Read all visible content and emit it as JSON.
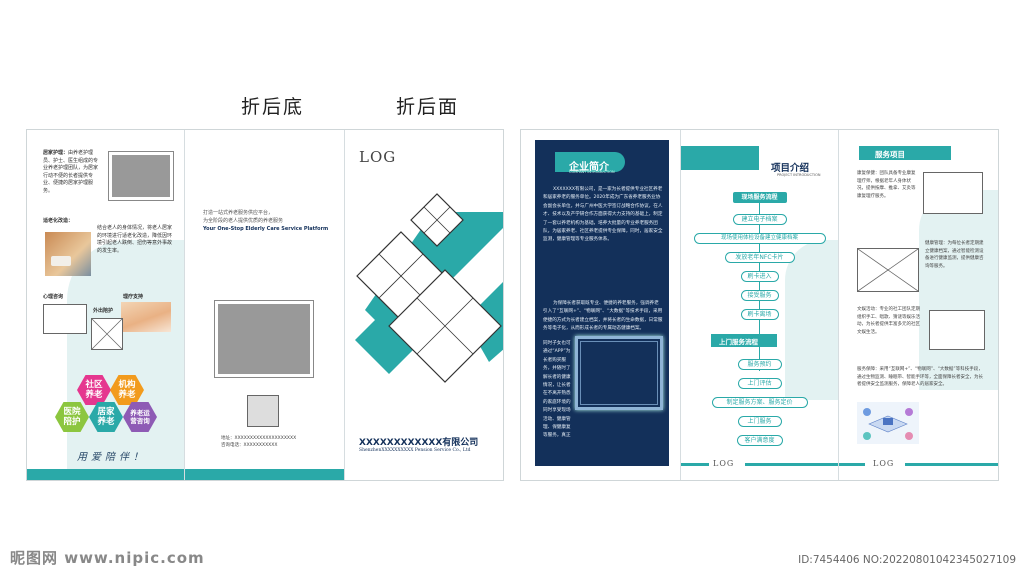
{
  "captions": {
    "back_bottom": "折后底",
    "back_face": "折后面"
  },
  "left_sheet": {
    "panel1": {
      "care_title": "居家护理：",
      "care_text": "由养老护理员、护士、医生组成的专业养老护理团队，为居家行动不便的长者提供专业、便捷的居家护理服务。",
      "aging_title": "适老化改造：",
      "aging_text": "结合老人的身体情况，将老人居家的环境进行适老化改造，降低因环境引起老人跌倒、扭伤等意外事故的发生率。",
      "mental_label": "心理咨询",
      "physio_label": "理疗支持",
      "outing_label": "外出陪护",
      "hexes": [
        "社区\n养老",
        "机构\n养老",
        "医院\n陪护",
        "居家\n养老",
        "养老运\n营咨询"
      ],
      "slogan": "用爱陪伴！"
    },
    "panel2": {
      "line1": "打造一站式养老服务供应平台，",
      "line2": "为全阶段的老人提供优质的养老服务",
      "line3": "Your One-Stop Elderly Care Service Platform",
      "addr_label": "地址：",
      "addr_value": "XXXXXXXXXXXXXXXXXXXX",
      "tel_label": "咨询电话：",
      "tel_value": "XXXXXXXXXXX"
    },
    "panel3": {
      "logo": "LOG",
      "company_cn": "XXXXXXXXXXXX有限公司",
      "company_en": "ShenzhenXXXXXXXXXX Pension Service Co., Ltd"
    }
  },
  "right_sheet": {
    "panel1": {
      "title": "企业简介",
      "subtitle": "COMPANY INTRODUCTION",
      "para1": "XXXXXXX有限公司，是一家为长者提供专业社区养老和居家养老的服务单位。2020年成为广东省养老服务业协会副会长单位，并与广州中医大学签订战略合作协议，在人才、技术以及产学研合作方面获得大力支持的基础上，制定了一套以养老机构为基础，培养大批量的专业养老服务团队，为居家养老、社区养老提供专业保障，同时，居家安全监测，健康管理等专业服务体系。",
      "para2": "为保障长者获取既专业、便捷的养老服务，强调养老引入了“互联网+”、“物联网”、“大数据”等技术手段，采用便捷的方式为长者建立档案，并将长者的生命数据，日常服务等电子化，从而形成长者的专属动态健康档案。",
      "para3_short": "同时子女也可通过“APP”为长者购买服务，并随时了解长者的健康情况，让长者在不离开熟悉的家庭环境的同时享受现场活动、健康管理、保健康复等服务，真正做到养老服务。"
    },
    "panel2": {
      "title": "项目介绍",
      "subtitle": "PROJECT INTRODUCTION",
      "flow1_title": "现场服务流程",
      "flow1_steps": [
        "建立电子档案",
        "现场使用体检设备建立健康档案",
        "发放老年NFC卡片",
        "刷卡进入",
        "接受服务",
        "刷卡离场"
      ],
      "flow2_title": "上门服务流程",
      "flow2_steps": [
        "服务预约",
        "上门评估",
        "制定服务方案、服务定价",
        "上门服务",
        "客户满意度"
      ],
      "logo": "LOG"
    },
    "panel3": {
      "title": "服务项目",
      "item1": "康复保健：团队具备专业康复理疗师，根据老年人身体状况，提供按摩、推拿、艾灸等康复理疗服务。",
      "item2": "健康管理：为每位长者定期建立健康档案，通过智能检测设备进行健康监测，提供健康咨询等服务。",
      "item3": "文娱活动：专业的社工团队定期组织手工、唱歌、猜谜等娱乐活动，为长者提供丰富多元的社区文娱生活。",
      "item4": "服务保障：采用“互联网+”、“物联网”、“大数据”等科技手段，通过生物监测、睡眠带、智能手环等，全面保障长者安全，为长者提供安全监测服务，保障老人的居家安全。",
      "logo": "LOG"
    }
  },
  "watermark": {
    "site": "昵图网 www.nipic.com",
    "id": "ID:7454406 NO:20220801042345027109"
  }
}
